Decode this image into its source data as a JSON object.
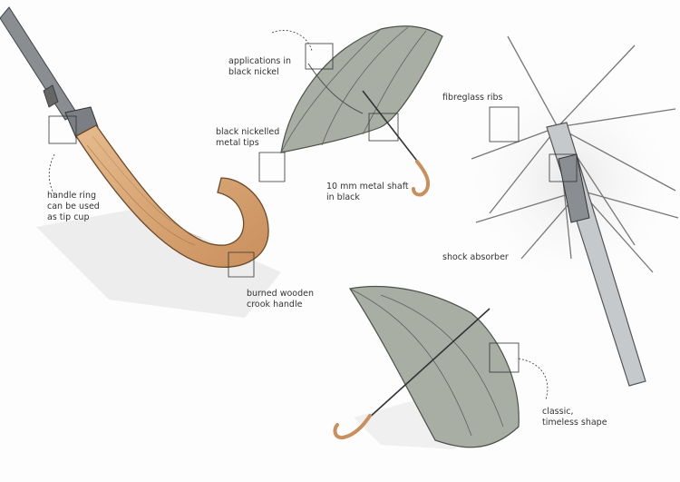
{
  "labels": {
    "applications": [
      "applications in",
      "black nickel"
    ],
    "tips": [
      "black nickelled",
      "metal tips"
    ],
    "shaft": [
      "10 mm metal shaft",
      "in black"
    ],
    "handle_ring": [
      "handle ring",
      "can be used",
      "as tip cup"
    ],
    "wooden": [
      "burned wooden",
      "crook handle"
    ],
    "ribs": [
      "fibreglass ribs"
    ],
    "shock": [
      "shock absorber"
    ],
    "classic": [
      "classic,",
      "timeless shape"
    ]
  },
  "colors": {
    "canopy": "#a9aea5",
    "canopy_dark": "#8f958c",
    "wood": "#d9a877",
    "wood_dark": "#b98553",
    "metal": "#8a8d91",
    "line": "#333333"
  }
}
